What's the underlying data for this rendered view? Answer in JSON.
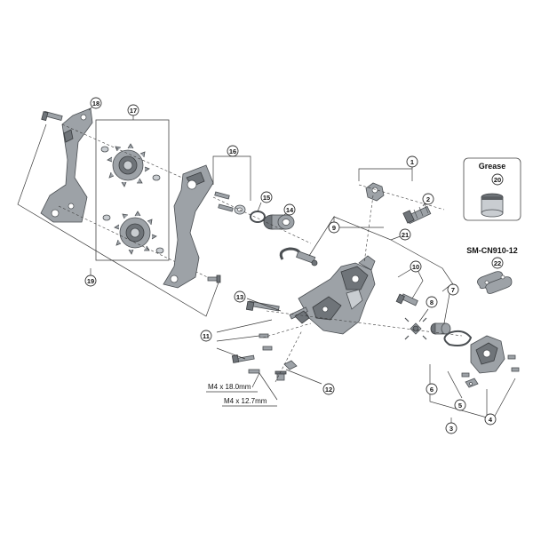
{
  "callouts": [
    "1",
    "2",
    "3",
    "4",
    "5",
    "6",
    "7",
    "8",
    "9",
    "10",
    "11",
    "12",
    "13",
    "14",
    "15",
    "16",
    "17",
    "18",
    "19",
    "20",
    "21",
    "22"
  ],
  "specs": {
    "bolt_long": "M4 x 18.0mm",
    "bolt_short": "M4 x 12.7mm"
  },
  "grease_label": "Grease",
  "chain_label": "SM-CN910-12",
  "colors": {
    "metal": "#9da2a7",
    "metal_dark": "#6f7479",
    "line": "#3a3a3a"
  }
}
